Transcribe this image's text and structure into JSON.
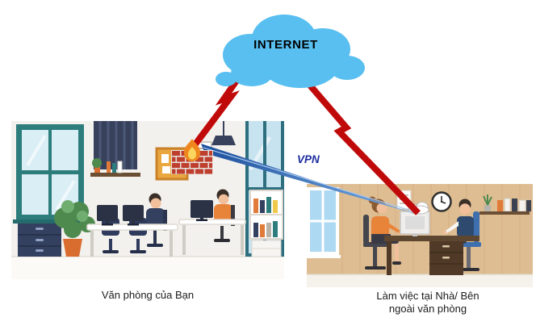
{
  "diagram": {
    "internet": {
      "label": "INTERNET"
    },
    "vpn": {
      "label": "VPN"
    },
    "office": {
      "caption": "Văn phòng của Bạn"
    },
    "home": {
      "caption_line1": "Làm việc tại Nhà/ Bên",
      "caption_line2": "ngoài văn phòng"
    }
  },
  "icons": {
    "internet_cloud": "internet-cloud-icon",
    "firewall": "firewall-icon",
    "lightning_left": "lightning-bolt-icon",
    "lightning_right": "lightning-bolt-icon",
    "vpn_arrow": "vpn-arrow-icon",
    "office_scene": "office-illustration",
    "home_scene": "home-office-illustration"
  },
  "colors": {
    "cloud_blue": "#58bff0",
    "bolt_red": "#c00a0a",
    "vpn_gradient_start": "#1d4f9c",
    "vpn_gradient_end": "#79aee6",
    "vpn_label_blue": "#1a2b9e",
    "caption_text": "#1b1b1b",
    "firewall_brick": "#bf3f2e",
    "flame_orange": "#f0871e",
    "background": "#ffffff"
  }
}
